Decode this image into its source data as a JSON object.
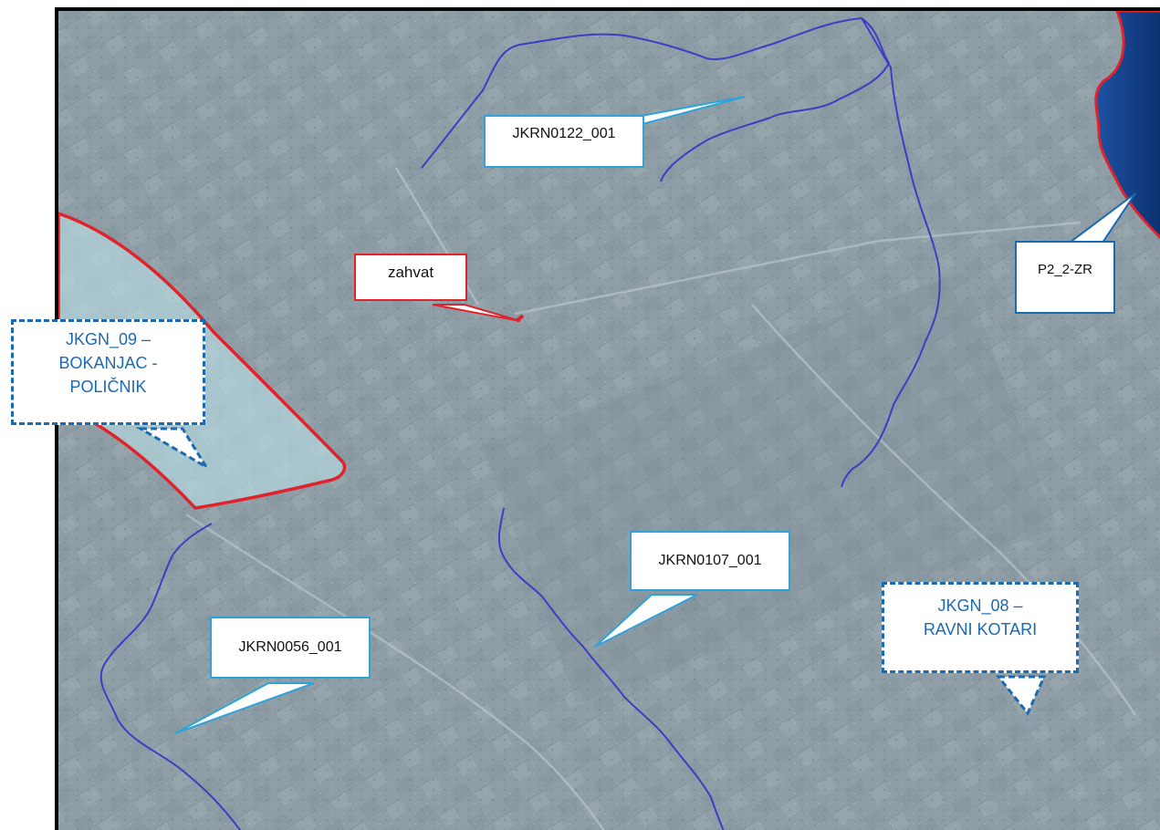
{
  "map": {
    "colors": {
      "terrain": "#8f9ea6",
      "sea": "#0e3f8a",
      "river": "#3b3fc4",
      "zone_border": "#e0232a",
      "zone_fill": "#bfe7ef",
      "callout_blue": "#2ea3d9",
      "callout_dark_blue": "#1a6ab3"
    },
    "labels": {
      "river_north": "JKRN0122_001",
      "river_center": "JKRN0107_001",
      "river_southwest": "JKRN0056_001",
      "sea": "P2_2-ZR",
      "zahvat": "zahvat",
      "zone_west": [
        "JKGN_09 –",
        "BOKANJAC -",
        "POLIČNIK"
      ],
      "zone_east": [
        "JKGN_08 –",
        "RAVNI KOTARI"
      ]
    }
  }
}
